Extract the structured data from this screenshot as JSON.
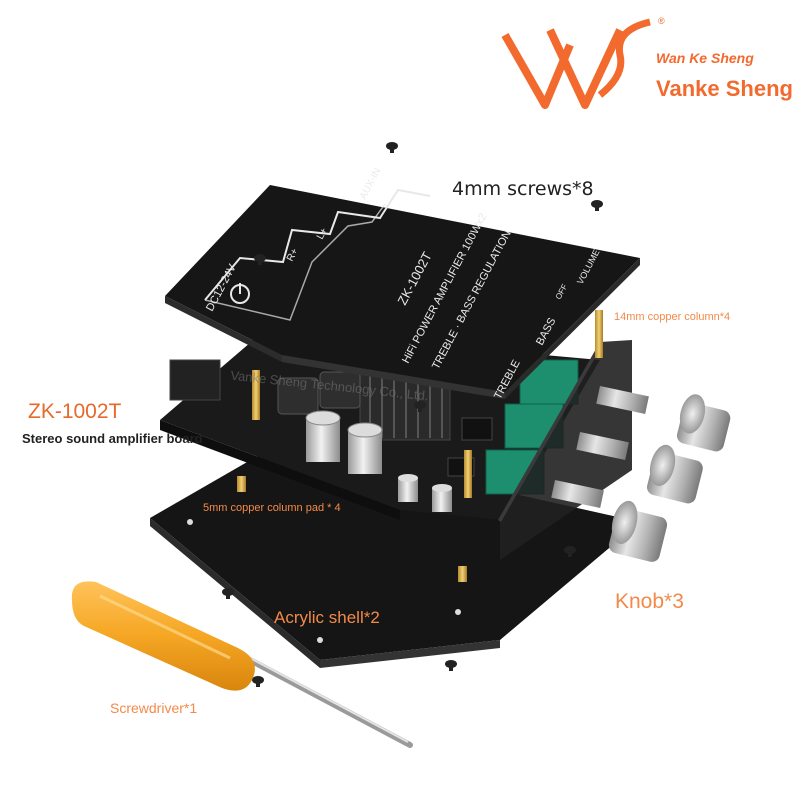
{
  "brand": {
    "logo_letters": "VKS",
    "name_small": "Wan Ke Sheng",
    "name_big": "Vanke Sheng",
    "watermark": "Vanke Sheng Technology Co., Ltd."
  },
  "labels": {
    "screws": "4mm screws*8",
    "copper_column_14": "14mm copper column*4",
    "model": "ZK-1002T",
    "description": "Stereo sound amplifier board",
    "copper_column_pad_5": "5mm copper column pad * 4",
    "acrylic_shell": "Acrylic shell*2",
    "knob": "Knob*3",
    "screwdriver": "Screwdriver*1"
  },
  "board_print": {
    "model": "ZK-1002T",
    "line1": "HiFi POWER AMPLIFIER 100Wx2",
    "line2": "TREBLE · BASS REGULATION",
    "power": "DC12-24V",
    "aux": "AUX-IN",
    "right": "R+",
    "left": "L+",
    "volume": "VOLUME",
    "off": "OFF",
    "treble": "TREBLE",
    "bass": "BASS"
  },
  "colors": {
    "accent": "#f26a2e",
    "board": "#1b1b1b",
    "knob": "#b8b8b8",
    "screwdriver_handle": "#f5a623",
    "capacitor": "#c9c9c9",
    "potentiometer": "#1d8f6f"
  }
}
